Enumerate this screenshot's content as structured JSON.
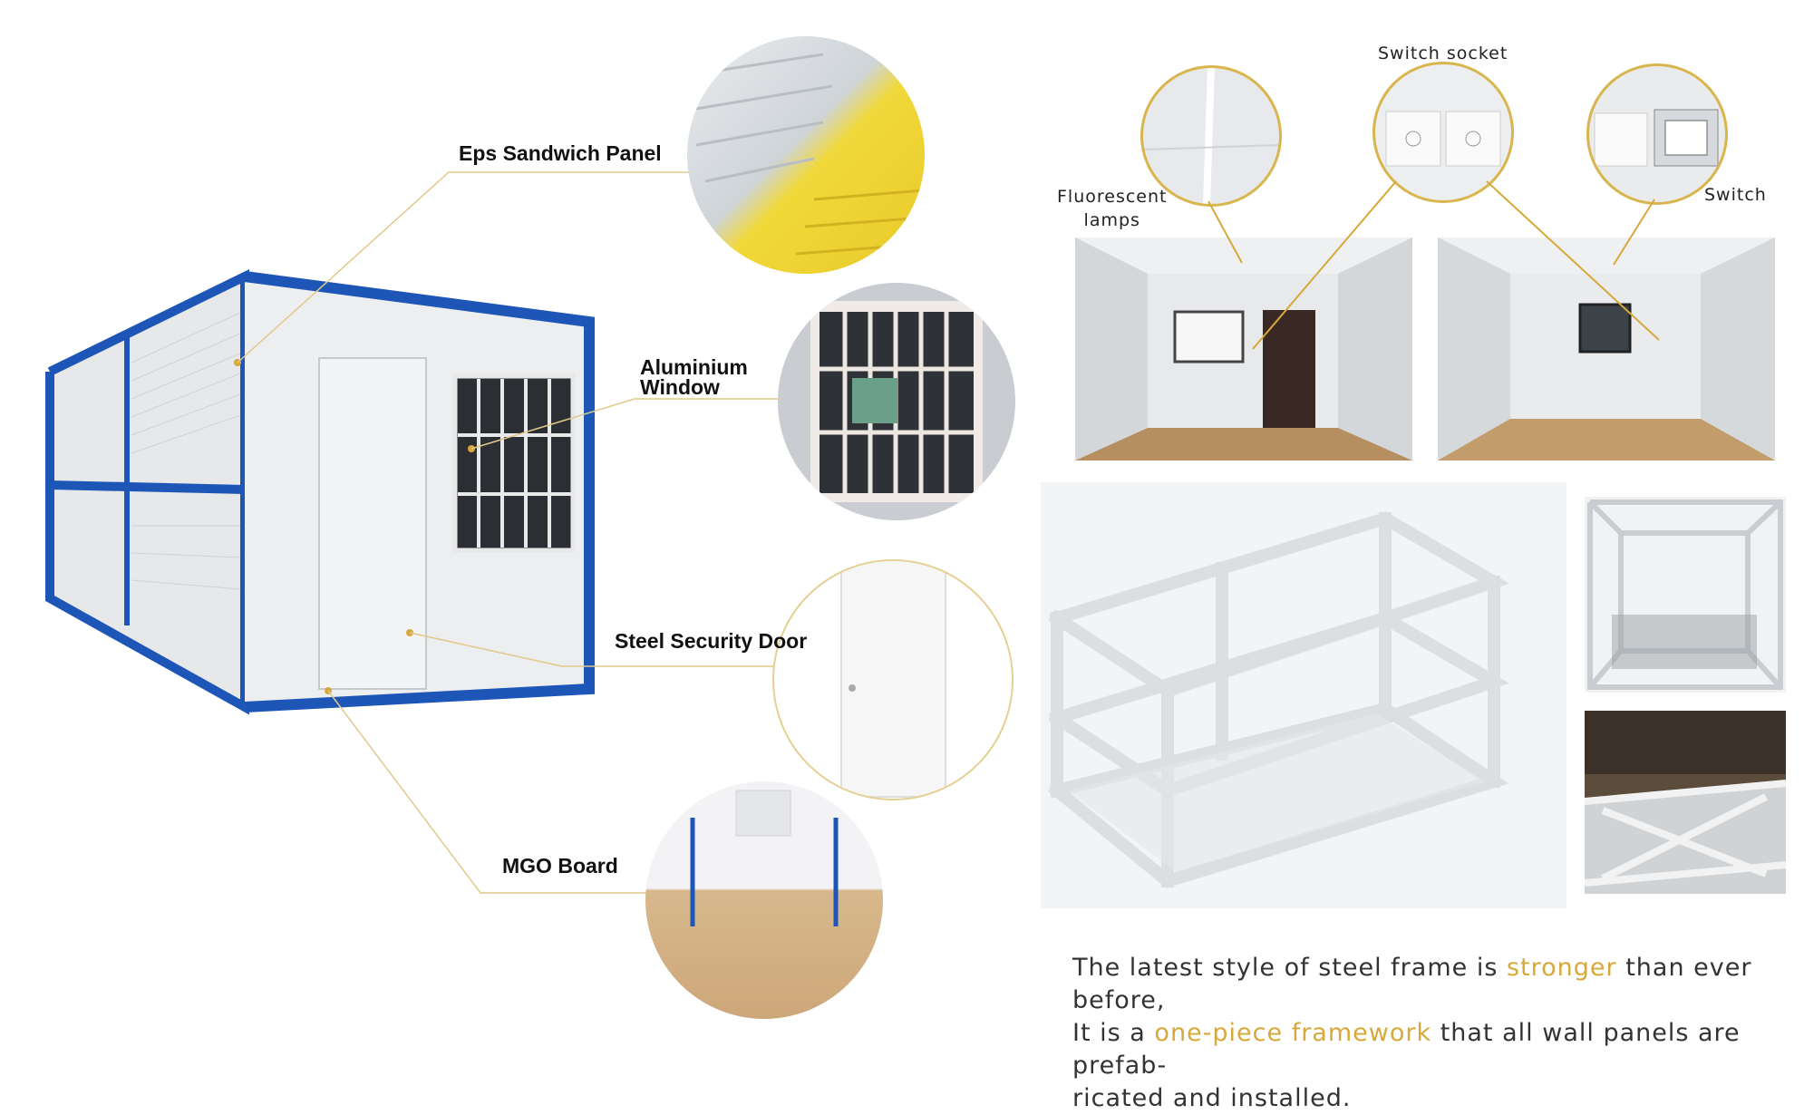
{
  "callouts": {
    "eps_panel": "Eps Sandwich Panel",
    "window_line1": "Aluminium",
    "window_line2": "Window",
    "door": "Steel Security Door",
    "mgo": "MGO Board"
  },
  "interior_labels": {
    "switch_socket": "Switch socket",
    "fluorescent_line1": "Fluorescent",
    "fluorescent_line2": "lamps",
    "switch": "Switch"
  },
  "caption": {
    "part1": "The latest style of steel frame is ",
    "highlight1": "stronger",
    "part2": " than ever before,",
    "part3": "It is a ",
    "highlight2": "one-piece framework",
    "part4": " that all wall panels are prefab-",
    "part5": "ricated and installed."
  },
  "colors": {
    "accent": "#d6a93a",
    "frame_blue": "#1e56b8",
    "leader_line": "#e2c98a"
  }
}
